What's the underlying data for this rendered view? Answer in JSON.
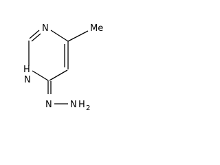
{
  "molecule": {
    "atoms": {
      "n_top": "N",
      "methyl": "Me",
      "nh_ring": "H",
      "n_ring": "N",
      "n_hydrazone": "N",
      "nh2_n": "N",
      "nh2_h": "H",
      "nh2_sub": "2"
    }
  }
}
